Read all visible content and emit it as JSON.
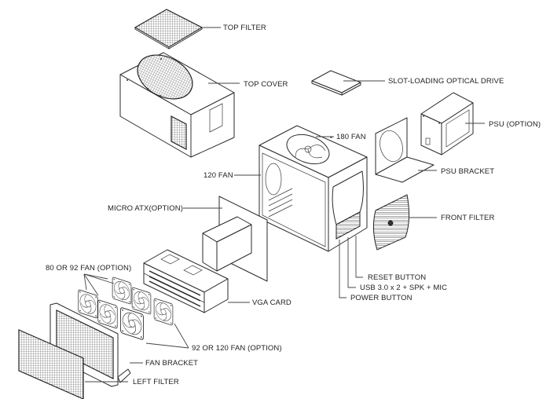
{
  "diagram": {
    "type": "exploded-view",
    "subject": "Mini-ITX/Micro-ATX computer case assembly",
    "line_color": "#2a2a2a",
    "background": "#ffffff",
    "labels": {
      "top_filter": "TOP FILTER",
      "top_cover": "TOP COVER",
      "optical_drive": "SLOT-LOADING OPTICAL DRIVE",
      "fan_180": "180 FAN",
      "psu": "PSU (OPTION)",
      "fan_120": "120 FAN",
      "psu_bracket": "PSU BRACKET",
      "micro_atx": "MICRO ATX(OPTION)",
      "front_filter": "FRONT FILTER",
      "fan_80_92": "80 OR 92 FAN (OPTION)",
      "reset_button": "RESET BUTTON",
      "usb_ports": "USB 3.0 x 2 + SPK + MIC",
      "vga_card": "VGA CARD",
      "power_button": "POWER BUTTON",
      "fan_92_120": "92 OR 120 FAN (OPTION)",
      "fan_bracket": "FAN BRACKET",
      "left_filter": "LEFT FILTER"
    }
  }
}
